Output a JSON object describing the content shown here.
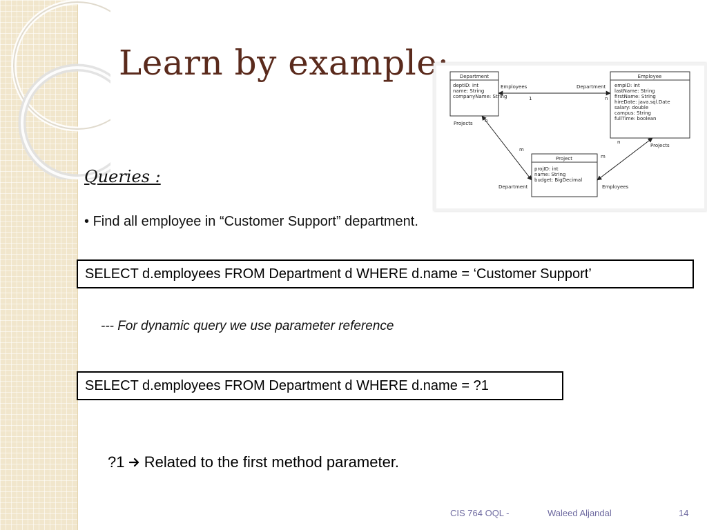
{
  "slide": {
    "title": "Learn by example:",
    "queries_heading": "Queries :",
    "bullet": "Find all employee in “Customer Support” department.",
    "query1": "SELECT d.employees FROM Department d WHERE d.name = ‘Customer Support’",
    "note_dashes": "---",
    "note": "For dynamic query we use parameter reference",
    "query2": "SELECT d.employees FROM Department d WHERE d.name = ?1",
    "param_token": "?1",
    "param_arrow_icon": "right-arrow-icon",
    "param_text": "Related to the first method parameter."
  },
  "diagram": {
    "department": {
      "name": "Department",
      "fields": [
        "deptID: int",
        "name: String",
        "companyName: String"
      ]
    },
    "employee": {
      "name": "Employee",
      "fields": [
        "empID: int",
        "lastName: String",
        "firstName: String",
        "hireDate: java.sql.Date",
        "salary: double",
        "campus: String",
        "fullTime: boolean"
      ]
    },
    "project": {
      "name": "Project",
      "fields": [
        "projID: int",
        "name: String",
        "budget: BigDecimal"
      ]
    },
    "rel_dept_employees": "Employees",
    "rel_emp_department": "Department",
    "mult_dept_emp_1": "1",
    "mult_dept_emp_n": "n",
    "rel_dept_projects": "Projects",
    "mult_dept_proj_n": "n",
    "mult_dept_proj_m": "m",
    "rel_proj_department": "Department",
    "rel_emp_projects": "Projects",
    "mult_emp_proj_n": "n",
    "mult_emp_proj_m": "m",
    "rel_proj_employees": "Employees"
  },
  "footer": {
    "course": "CIS 764 OQL -",
    "author": "Waleed Aljandal",
    "page": "14"
  }
}
